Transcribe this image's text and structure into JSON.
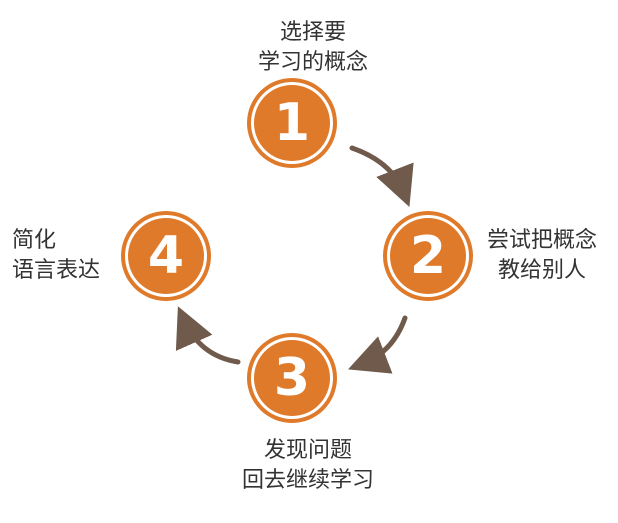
{
  "accent_color": "#e07a2b",
  "arrow_color": "#6f5a4c",
  "steps": [
    {
      "number": "1",
      "lines": [
        "选择要",
        "学习的概念"
      ]
    },
    {
      "number": "2",
      "lines": [
        "尝试把概念",
        "教给别人"
      ]
    },
    {
      "number": "3",
      "lines": [
        "发现问题",
        "回去继续学习"
      ]
    },
    {
      "number": "4",
      "lines": [
        "简化",
        "语言表达"
      ]
    }
  ]
}
